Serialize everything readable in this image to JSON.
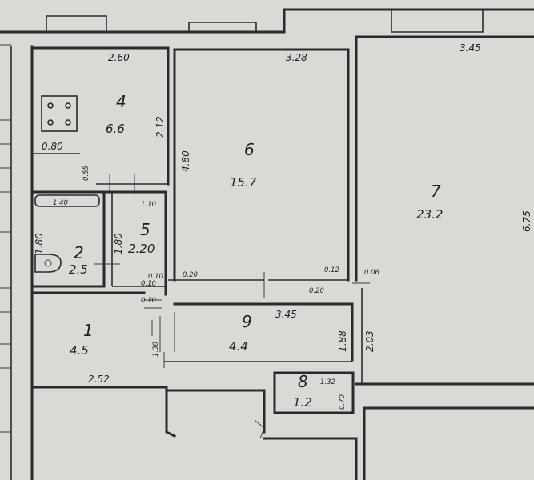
{
  "rooms": [
    {
      "id": "1",
      "number": "1",
      "area": "4.5"
    },
    {
      "id": "2",
      "number": "2",
      "area": "2.5"
    },
    {
      "id": "4",
      "number": "4",
      "area": "6.6"
    },
    {
      "id": "5",
      "number": "5",
      "area": "2.20"
    },
    {
      "id": "6",
      "number": "6",
      "area": "15.7"
    },
    {
      "id": "7",
      "number": "7",
      "area": "23.2"
    },
    {
      "id": "8",
      "number": "8",
      "area": "1.2"
    },
    {
      "id": "9",
      "number": "9",
      "area": "4.4"
    }
  ],
  "dimensions": {
    "d_2_60": "2.60",
    "d_3_28": "3.28",
    "d_3_45_top": "3.45",
    "d_2_12": "2.12",
    "d_0_80": "0.80",
    "d_0_55": "0.55",
    "d_4_80": "4.80",
    "d_1_40": "1.40",
    "d_1_10": "1.10",
    "d_1_80_a": "1.80",
    "d_1_80_b": "1.80",
    "d_0_10_a": "0.10",
    "d_0_10_b": "0.10",
    "d_0_10_c": "0.10",
    "d_0_20_a": "0.20",
    "d_0_20_b": "0.20",
    "d_0_12": "0.12",
    "d_0_06": "0.06",
    "d_6_75": "6.75",
    "d_3_45_mid": "3.45",
    "d_1_88": "1.88",
    "d_2_03": "2.03",
    "d_2_52": "2.52",
    "d_1_32": "1.32",
    "d_0_70": "0.70",
    "d_1_30": "1.30"
  }
}
